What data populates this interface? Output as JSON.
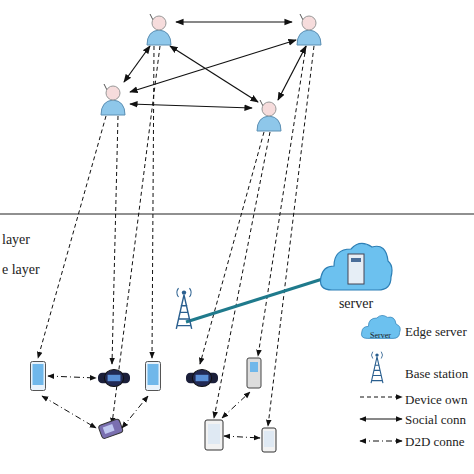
{
  "diagram": {
    "nodes": [
      {
        "text": [
          "server"
        ]
      }
    ],
    "labels": [
      "layer",
      "e layer",
      "Server"
    ],
    "legend": [
      {
        "text": "Edge server"
      },
      {
        "text": "Base station"
      },
      {
        "text": "Device own"
      },
      {
        "text": "Social conn"
      },
      {
        "text": "D2D conne"
      }
    ]
  }
}
